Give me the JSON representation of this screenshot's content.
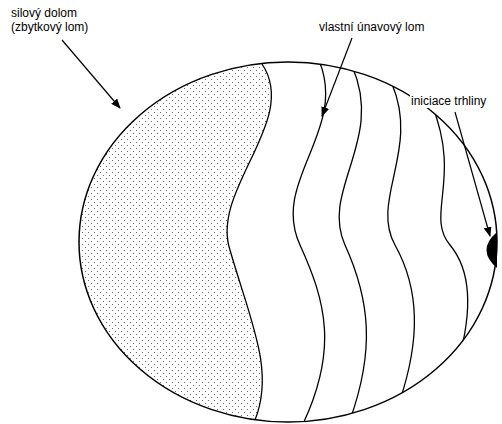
{
  "diagram": {
    "labels": [
      "silový dolom (zbytkový lom)",
      "vlastní únavový lom",
      "iniciace trhliny"
    ]
  }
}
